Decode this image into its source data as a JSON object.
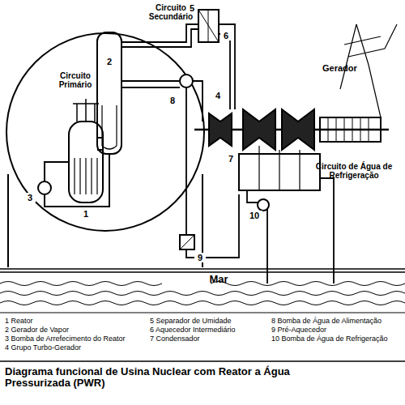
{
  "diagram": {
    "caption": "Diagrama funcional de Usina Nuclear com Reator a Água Pressurizada (PWR)",
    "labels": [
      "Circuito Secundário",
      "Circuito Primário",
      "Gerador",
      "Circuito de Água de Refrigeração",
      "Mar",
      "5",
      "6",
      "2",
      "4",
      "8",
      "1",
      "3",
      "7",
      "10",
      "9",
      "1 Reator",
      "2 Gerador de Vapor",
      "3 Bomba de Arrefecimento do Reator",
      "4 Grupo Turbo-Gerador",
      "5 Separador de Umidade",
      "6 Aquecedor Intermediário",
      "7 Condensador",
      "8 Bomba de Água de Alimentação",
      "9 Pré-Aquecedor",
      "10 Bomba de Água de Refrigeração"
    ]
  }
}
